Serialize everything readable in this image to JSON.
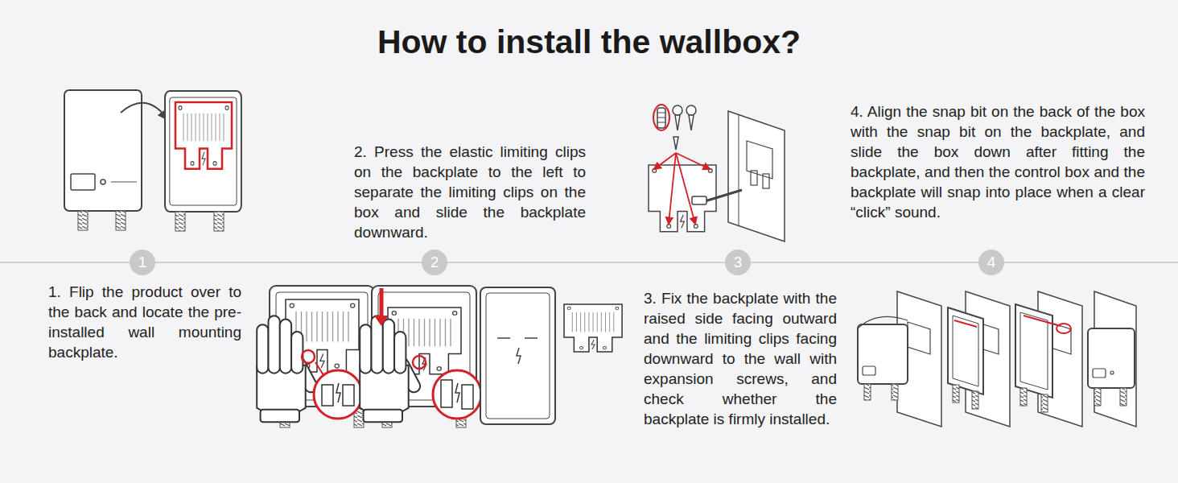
{
  "diagram": {
    "title": "How to install the wallbox?",
    "nodes": [
      {
        "text": [
          "1"
        ]
      },
      {
        "text": [
          "2"
        ]
      },
      {
        "text": [
          "3"
        ]
      },
      {
        "text": [
          "4"
        ]
      }
    ],
    "edges": [
      {
        "from": 0,
        "to": 1,
        "arrow": "none"
      },
      {
        "from": 1,
        "to": 2,
        "arrow": "none"
      },
      {
        "from": 2,
        "to": 3,
        "arrow": "none"
      }
    ],
    "labels": [
      "1. Flip the product over to the back and locate the pre-installed wall mounting backplate.",
      "2. Press the elastic limiting clips on the backplate to the left to separate the limiting clips on the box and slide the backplate downward.",
      "3. Fix the backplate with the raised side facing outward and the limiting clips facing downward to the wall with expansion screws, and check whether the backplate is firmly installed.",
      "4. Align the snap bit on the back of the box with the snap bit on the backplate, and slide the box down after fitting the backplate, and then the control box and the backplate will snap into place when a clear “click” sound."
    ]
  }
}
